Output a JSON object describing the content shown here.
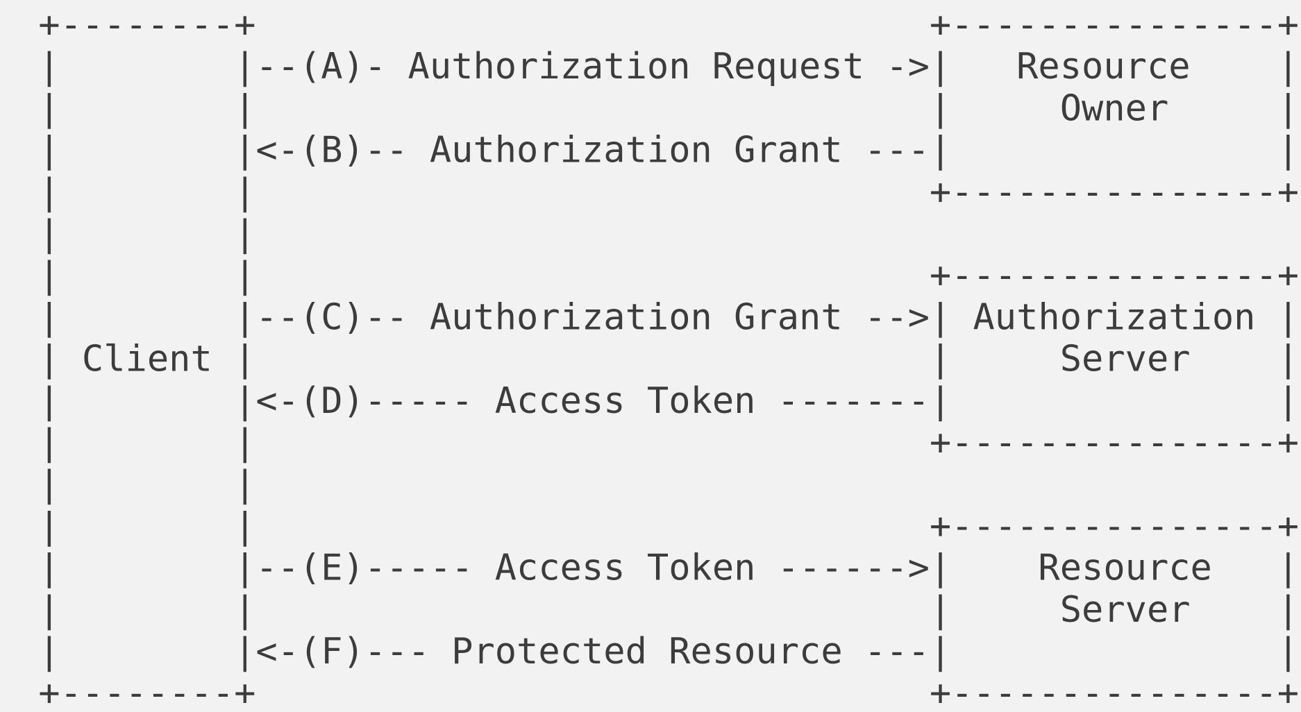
{
  "diagram": {
    "lines": [
      " +--------+                               +---------------+",
      " |        |--(A)- Authorization Request ->|   Resource    |",
      " |        |                               |     Owner     |",
      " |        |<-(B)-- Authorization Grant ---|               |",
      " |        |                               +---------------+",
      " |        |",
      " |        |                               +---------------+",
      " |        |--(C)-- Authorization Grant -->| Authorization |",
      " | Client |                               |     Server    |",
      " |        |<-(D)----- Access Token -------|               |",
      " |        |                               +---------------+",
      " |        |",
      " |        |                               +---------------+",
      " |        |--(E)----- Access Token ------>|    Resource   |",
      " |        |                               |     Server    |",
      " |        |<-(F)--- Protected Resource ---|               |",
      " +--------+                               +---------------+"
    ]
  }
}
